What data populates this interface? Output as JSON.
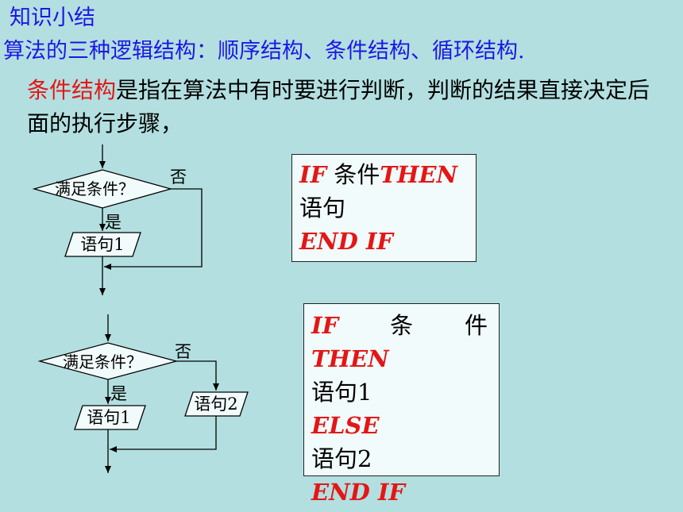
{
  "header": {
    "title": "知识小结",
    "subtitle": "算法的三种逻辑结构：顺序结构、条件结构、循环结构."
  },
  "description": {
    "highlight": "条件结构",
    "rest": "是指在算法中有时要进行判断，判断的结果直接决定后面的执行步骤，"
  },
  "flowchart1": {
    "condition": "满足条件？",
    "yes_label": "是",
    "no_label": "否",
    "statement": "语句1"
  },
  "flowchart2": {
    "condition": "满足条件？",
    "yes_label": "是",
    "no_label": "否",
    "statement1": "语句1",
    "statement2": "语句2"
  },
  "code1": {
    "if": "IF",
    "condition": "条件",
    "then": "THEN",
    "statement": "语句",
    "end_if": "END IF"
  },
  "code2": {
    "if": "IF",
    "cond_part1": "条",
    "cond_part2": "件",
    "then": "THEN",
    "statement1": "语句1",
    "else": "ELSE",
    "statement2": "语句2",
    "end_if": "END IF"
  },
  "colors": {
    "background": "#b3dfe0",
    "heading": "#1c17e6",
    "keyword": "#e41616"
  }
}
